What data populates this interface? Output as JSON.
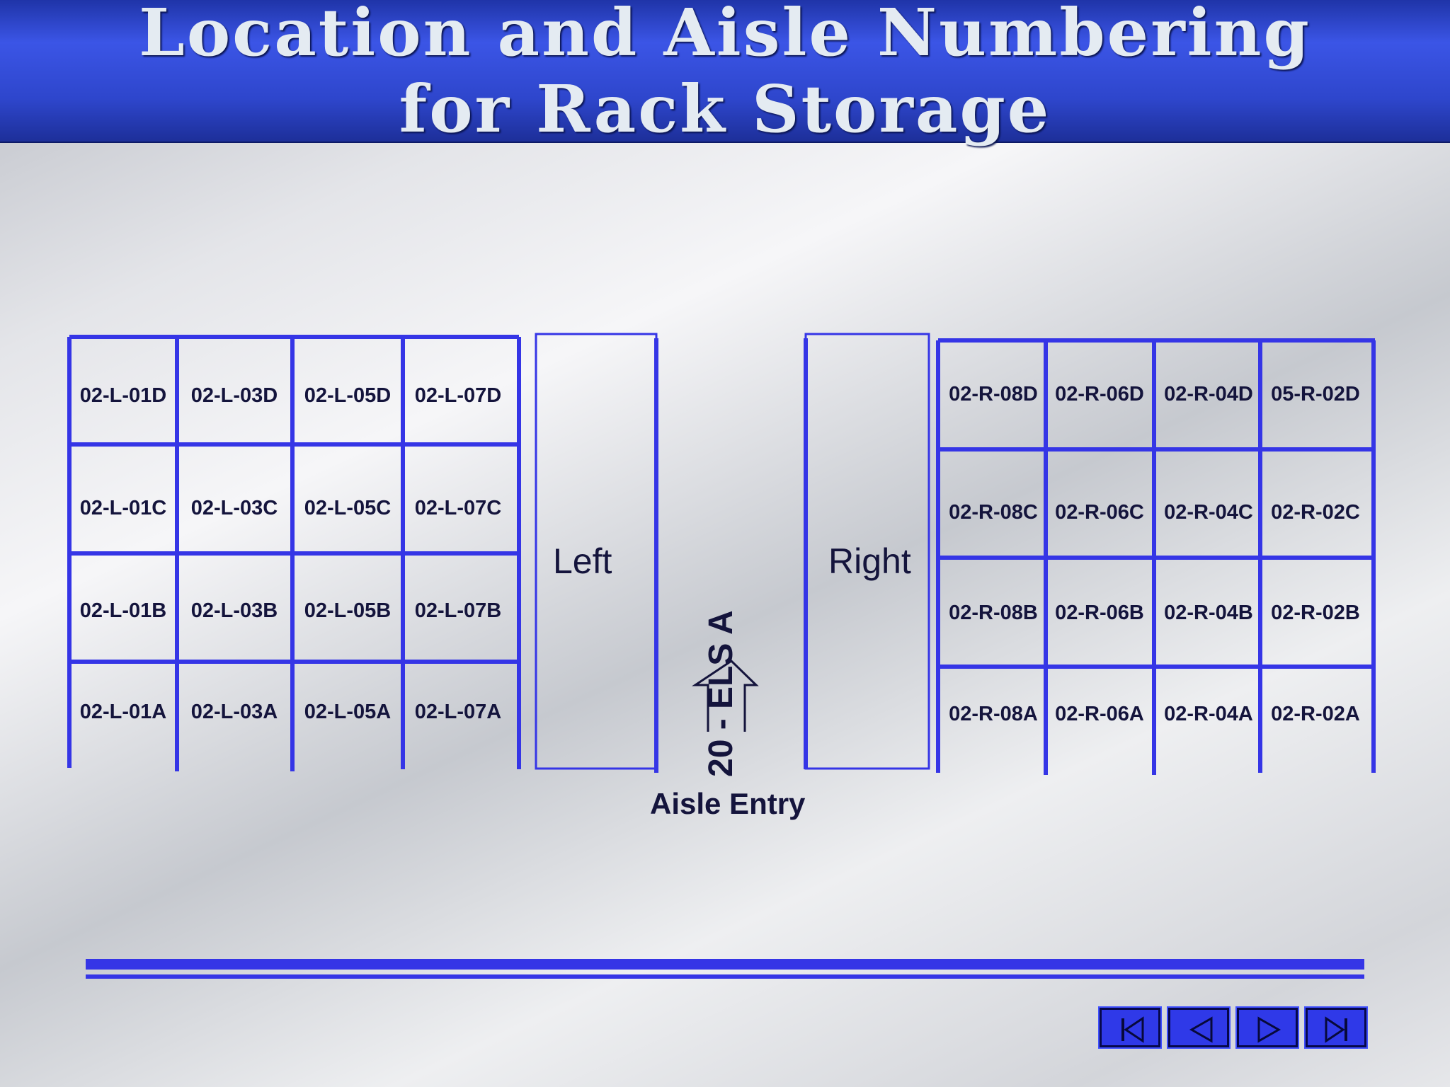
{
  "title_line1": "Location and Aisle Numbering",
  "title_line2": "for Rack Storage",
  "left_rack": {
    "rows": [
      [
        "02-L-01D",
        "02-L-03D",
        "02-L-05D",
        "02-L-07D"
      ],
      [
        "02-L-01C",
        "02-L-03C",
        "02-L-05C",
        "02-L-07C"
      ],
      [
        "02-L-01B",
        "02-L-03B",
        "02-L-05B",
        "02-L-07B"
      ],
      [
        "02-L-01A",
        "02-L-03A",
        "02-L-05A",
        "02-L-07A"
      ]
    ]
  },
  "right_rack": {
    "rows": [
      [
        "02-R-08D",
        "02-R-06D",
        "02-R-04D",
        "05-R-02D"
      ],
      [
        "02-R-08C",
        "02-R-06C",
        "02-R-04C",
        "02-R-02C"
      ],
      [
        "02-R-08B",
        "02-R-06B",
        "02-R-04B",
        "02-R-02B"
      ],
      [
        "02-R-08A",
        "02-R-06A",
        "02-R-04A",
        "02-R-02A"
      ]
    ]
  },
  "left_label": "Left",
  "right_label": "Right",
  "aisle_label": "20 - ELS A",
  "aisle_entry": "Aisle Entry",
  "nav": {
    "first": "first-page-icon",
    "prev": "previous-page-icon",
    "next": "next-page-icon",
    "last": "last-page-icon"
  },
  "colors": {
    "accent": "#3535e6",
    "header": "#2e46cc",
    "text": "#14143c"
  }
}
